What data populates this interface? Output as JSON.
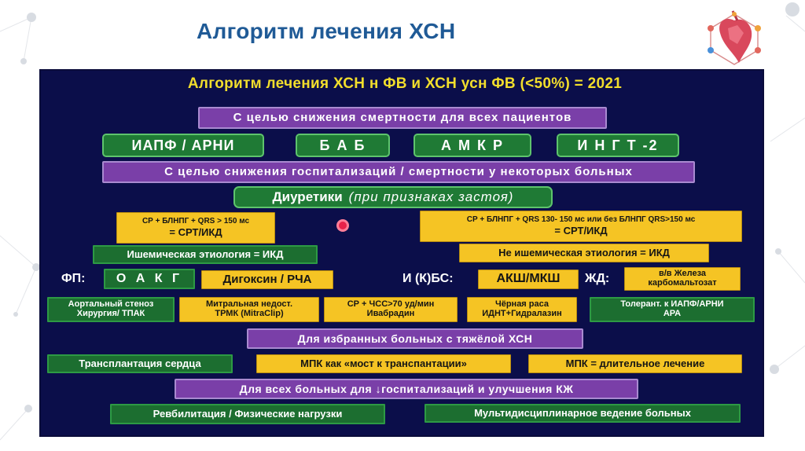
{
  "slide": {
    "title": "Алгоритм лечения ХСН"
  },
  "panel": {
    "header": "Алгоритм лечения ХСН н ФВ и ХСН усн ФВ (<50%) = 2021",
    "mortality_all": "С целью снижения смертности для всех пациентов",
    "drugs": [
      "ИАПФ / АРНИ",
      "Б А Б",
      "А М К Р",
      "И Н Г Т -2"
    ],
    "hospitalization_some": "С целью снижения госпитализаций / смертности у некоторых больных",
    "diuretics_label": "Диуретики",
    "diuretics_note": "(при признаках застоя)",
    "crt_left_line1": "СР + БЛНПГ + QRS > 150 мс",
    "crt_left_line2": "= СРТ/ИКД",
    "crt_right_line1": "СР + БЛНПГ + QRS 130- 150 мс или без БЛНПГ QRS>150 мс",
    "crt_right_line2": "= СРТ/ИКД",
    "ischemic": "Ишемическая этиология = ИКД",
    "non_ischemic": "Не ишемическая этиология = ИКД",
    "af_label": "ФП:",
    "oac": "О А К Г",
    "digoxin": "Дигоксин / РЧА",
    "ibs_label": "И (К)БС:",
    "cabg": "АКШ/МКШ",
    "iron_label": "ЖД:",
    "iron_line1": "в/в Железа",
    "iron_line2": "карбомальтозат",
    "aortic_line1": "Аортальный стеноз",
    "aortic_line2": "Хирургия/ ТПАК",
    "mitral_line1": "Митральная недост.",
    "mitral_line2": "ТРМК (MitraClip)",
    "ivabradine_line1": "СР + ЧСС>70 уд/мин",
    "ivabradine_line2": "Ивабрадин",
    "black_line1": "Чёрная раса",
    "black_line2": "ИДНТ+Гидралазин",
    "tolerant_line1": "Толерант. к ИАПФ/АРНИ",
    "tolerant_line2": "АРА",
    "severe": "Для избранных больных с тяжёлой ХСН",
    "transplant": "Трансплантация сердца",
    "mcs_bridge": "МПК как «мост к транспантации»",
    "mcs_long": "МПК = длительное лечение",
    "all_patients": "Для всех больных для ↓госпитализаций и улучшения КЖ",
    "rehab": "Ревбилитация / Физические нагрузки",
    "multidisciplinary": "Мультидисциплинарное ведение больных"
  },
  "colors": {
    "panel_bg": "#0b0e4a",
    "header_yellow": "#f2de2c",
    "box_purple": "#7a3fa8",
    "box_green": "#1f7a35",
    "box_yellow": "#f5c424",
    "title_blue": "#1f5a96"
  },
  "icons": [
    "heart-logo-icon",
    "red-dot-marker-icon"
  ]
}
